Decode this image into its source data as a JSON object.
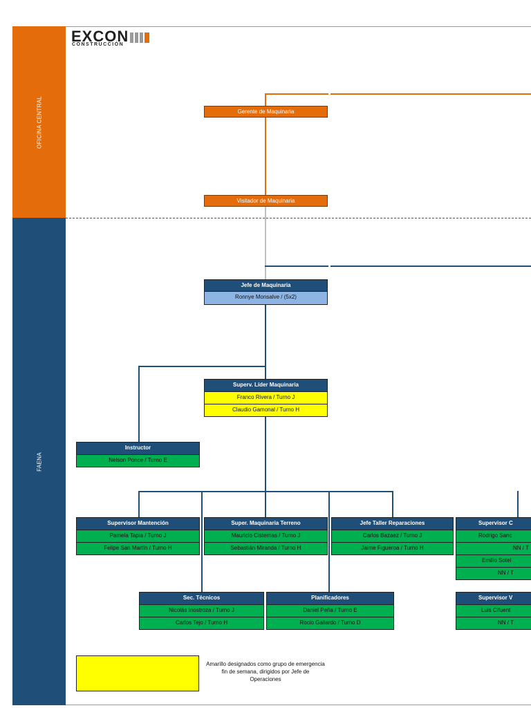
{
  "logo": {
    "name": "EXCON",
    "sub": "CONSTRUCCIÓN"
  },
  "sections": {
    "top": "OFICINA CENTRAL",
    "bottom": "FAENA"
  },
  "colors": {
    "orange": "#e46c0a",
    "navy": "#1f4e79",
    "light_blue": "#8db4e2",
    "yellow": "#ffff00",
    "green": "#00b050"
  },
  "nodes": {
    "gerente": "Gerente de Maquinaria",
    "visitador": "Visitador de Maquinaria",
    "jefe": {
      "title": "Jefe de Maquinaria",
      "rows": [
        "Ronnye Monsalve / (5x2)"
      ]
    },
    "superv_lider": {
      "title": "Superv. Líder Maquinaria",
      "rows": [
        "Franco Rivera / Turno J",
        "Claudio Gamonal / Turno H"
      ]
    },
    "instructor": {
      "title": "Instructor",
      "rows": [
        "Nelson Ponce / Turno E"
      ]
    },
    "sup_mantencion": {
      "title": "Supervisor Mantención",
      "rows": [
        "Pamela Tapia / Turno J",
        "Felipe San Martín / Turno H"
      ]
    },
    "sup_terreno": {
      "title": "Super. Maquinaria Terreno",
      "rows": [
        "Mauricio Cisternas / Turno J",
        "Sebastián Miranda / Turno H"
      ]
    },
    "jefe_taller": {
      "title": "Jefe Taller Reparaciones",
      "rows": [
        "Carlos Bazaez / Turno J",
        "Jaime Figueroa / Turno H"
      ]
    },
    "sup_c": {
      "title": "Supervisor C",
      "rows": [
        "Rodrigo Sanc",
        "NN / T",
        "Emilio Sotel",
        "NN / T"
      ]
    },
    "sec_tecnicos": {
      "title": "Sec. Técnicos",
      "rows": [
        "Nicolás Inostroza / Turno J",
        "Carlos Tejo / Turno H"
      ]
    },
    "planificadores": {
      "title": "Planificadores",
      "rows": [
        "Daniel Peña / Turno E",
        "Rocio Gallardo / Turno D"
      ]
    },
    "sup_v": {
      "title": "Supervisor V",
      "rows": [
        "Luis Cifuent",
        "NN / T"
      ]
    }
  },
  "legend": "Amarillo designados como grupo de emergencia fin de semana, dirigidos por Jefe de Operaciones"
}
